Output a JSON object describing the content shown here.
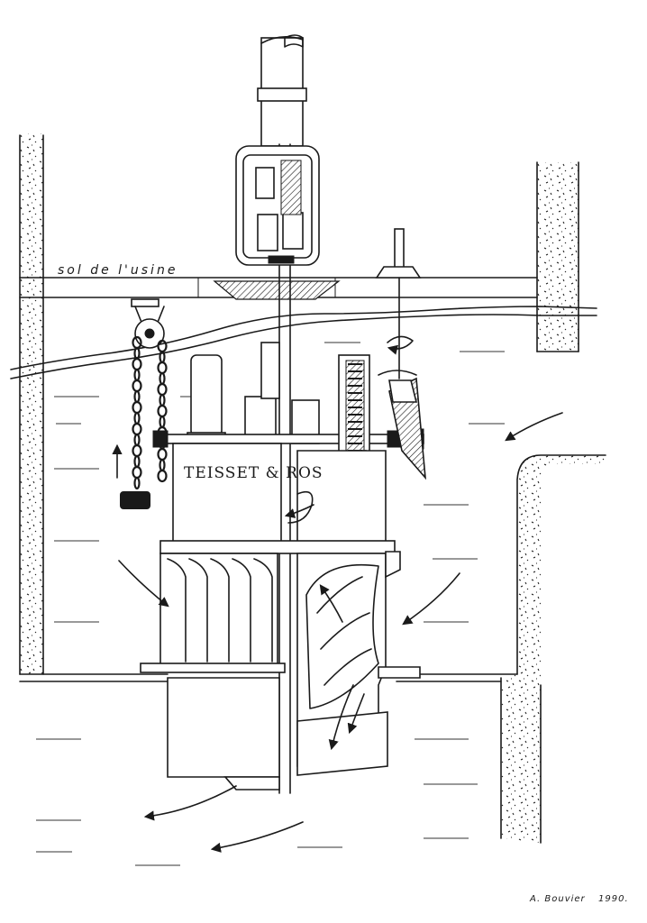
{
  "labels": {
    "floor": "sol de l'usine",
    "maker": "TEISSET & ROS",
    "signature_name": "A. Bouvier",
    "signature_year": "1990."
  }
}
